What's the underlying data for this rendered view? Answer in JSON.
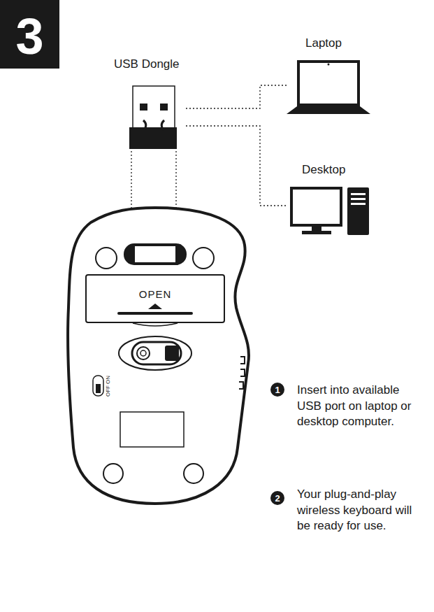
{
  "diagram": {
    "nodes": [
      {
        "text": [
          "3"
        ]
      },
      {
        "text": [
          "OPEN"
        ]
      },
      {
        "text": [
          "1"
        ]
      },
      {
        "text": [
          "2"
        ]
      }
    ],
    "labels": [
      "USB Dongle",
      "Laptop",
      "Desktop",
      "OFF",
      "ON",
      "Insert into available USB port on laptop or desktop computer.",
      "Your plug-and-play wireless keyboard will be ready for use."
    ]
  }
}
